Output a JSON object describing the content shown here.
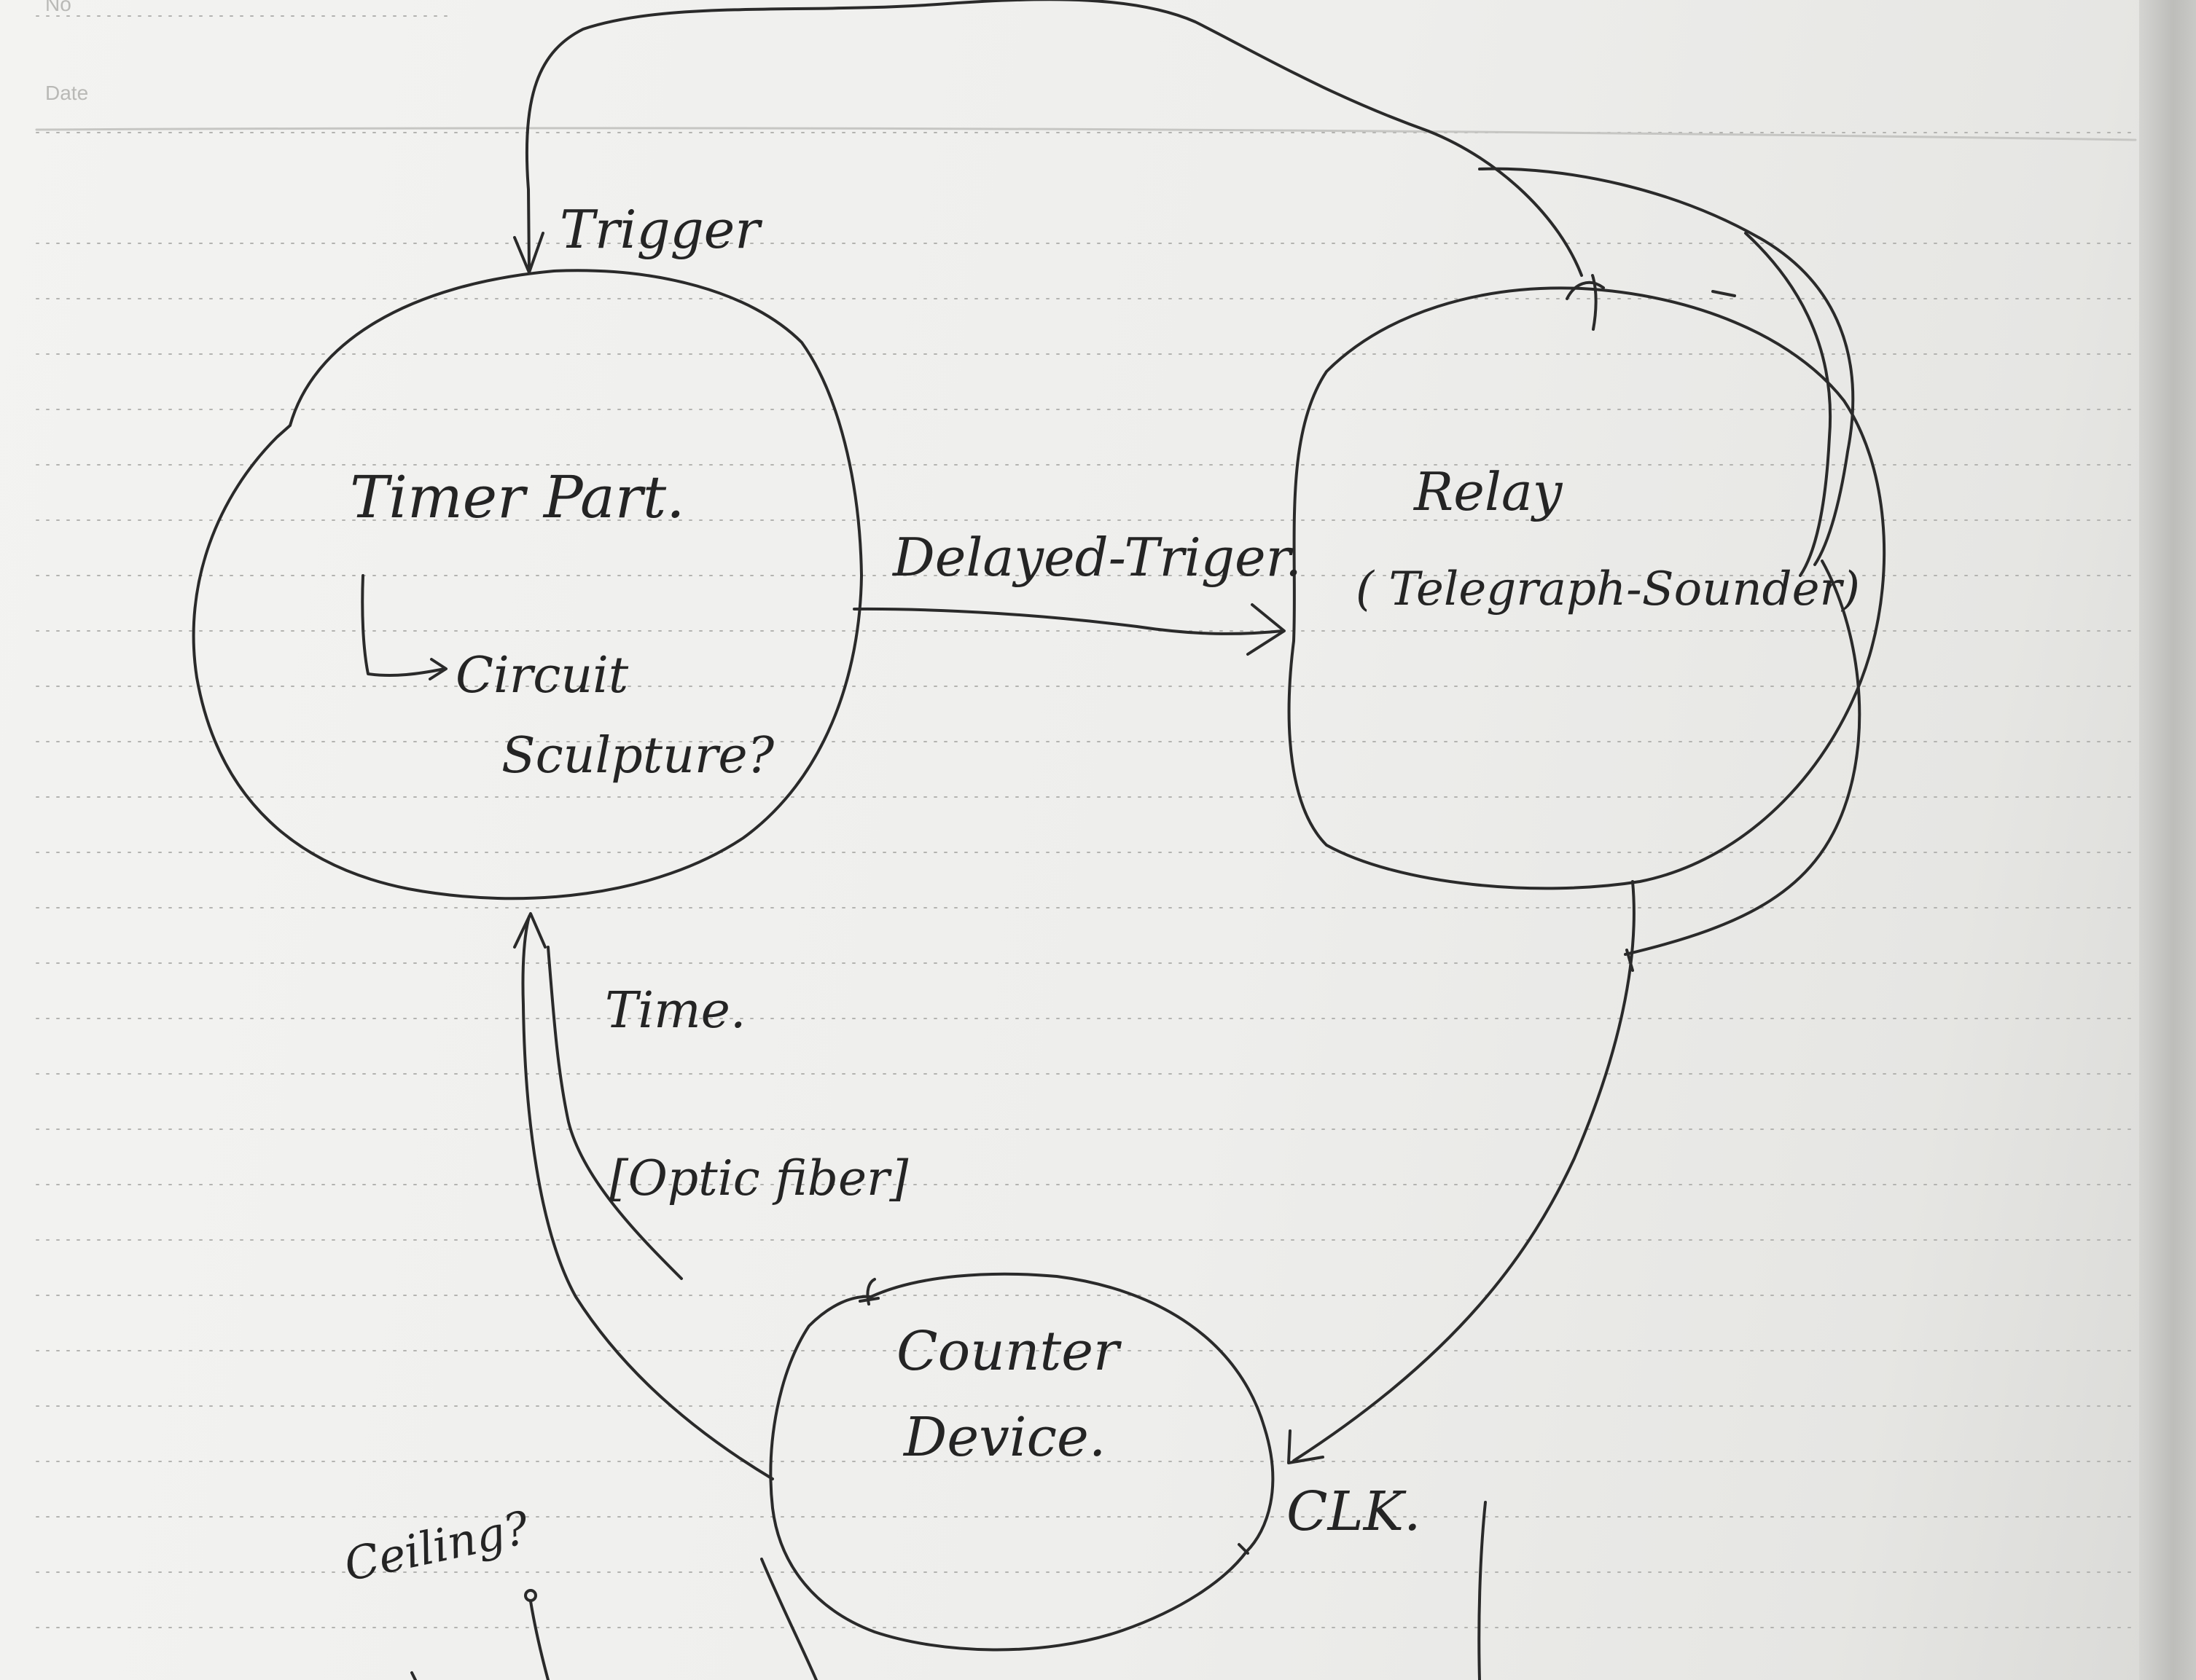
{
  "header": {
    "no_label": "No",
    "date_label": "Date"
  },
  "diagram": {
    "nodes": {
      "timer": {
        "line1": "Timer Part.",
        "line2": "Circuit",
        "line3": "Sculpture?"
      },
      "relay": {
        "line1": "Relay",
        "line2": "( Telegraph-Sounder)"
      },
      "counter": {
        "line1": "Counter",
        "line2": "Device."
      }
    },
    "edges": {
      "trigger": "Trigger",
      "delayed": "Delayed-Triger.",
      "time": "Time.",
      "optic": "[Optic fiber]",
      "clk": "CLK."
    },
    "notes": {
      "ceiling": "Ceiling?"
    }
  }
}
